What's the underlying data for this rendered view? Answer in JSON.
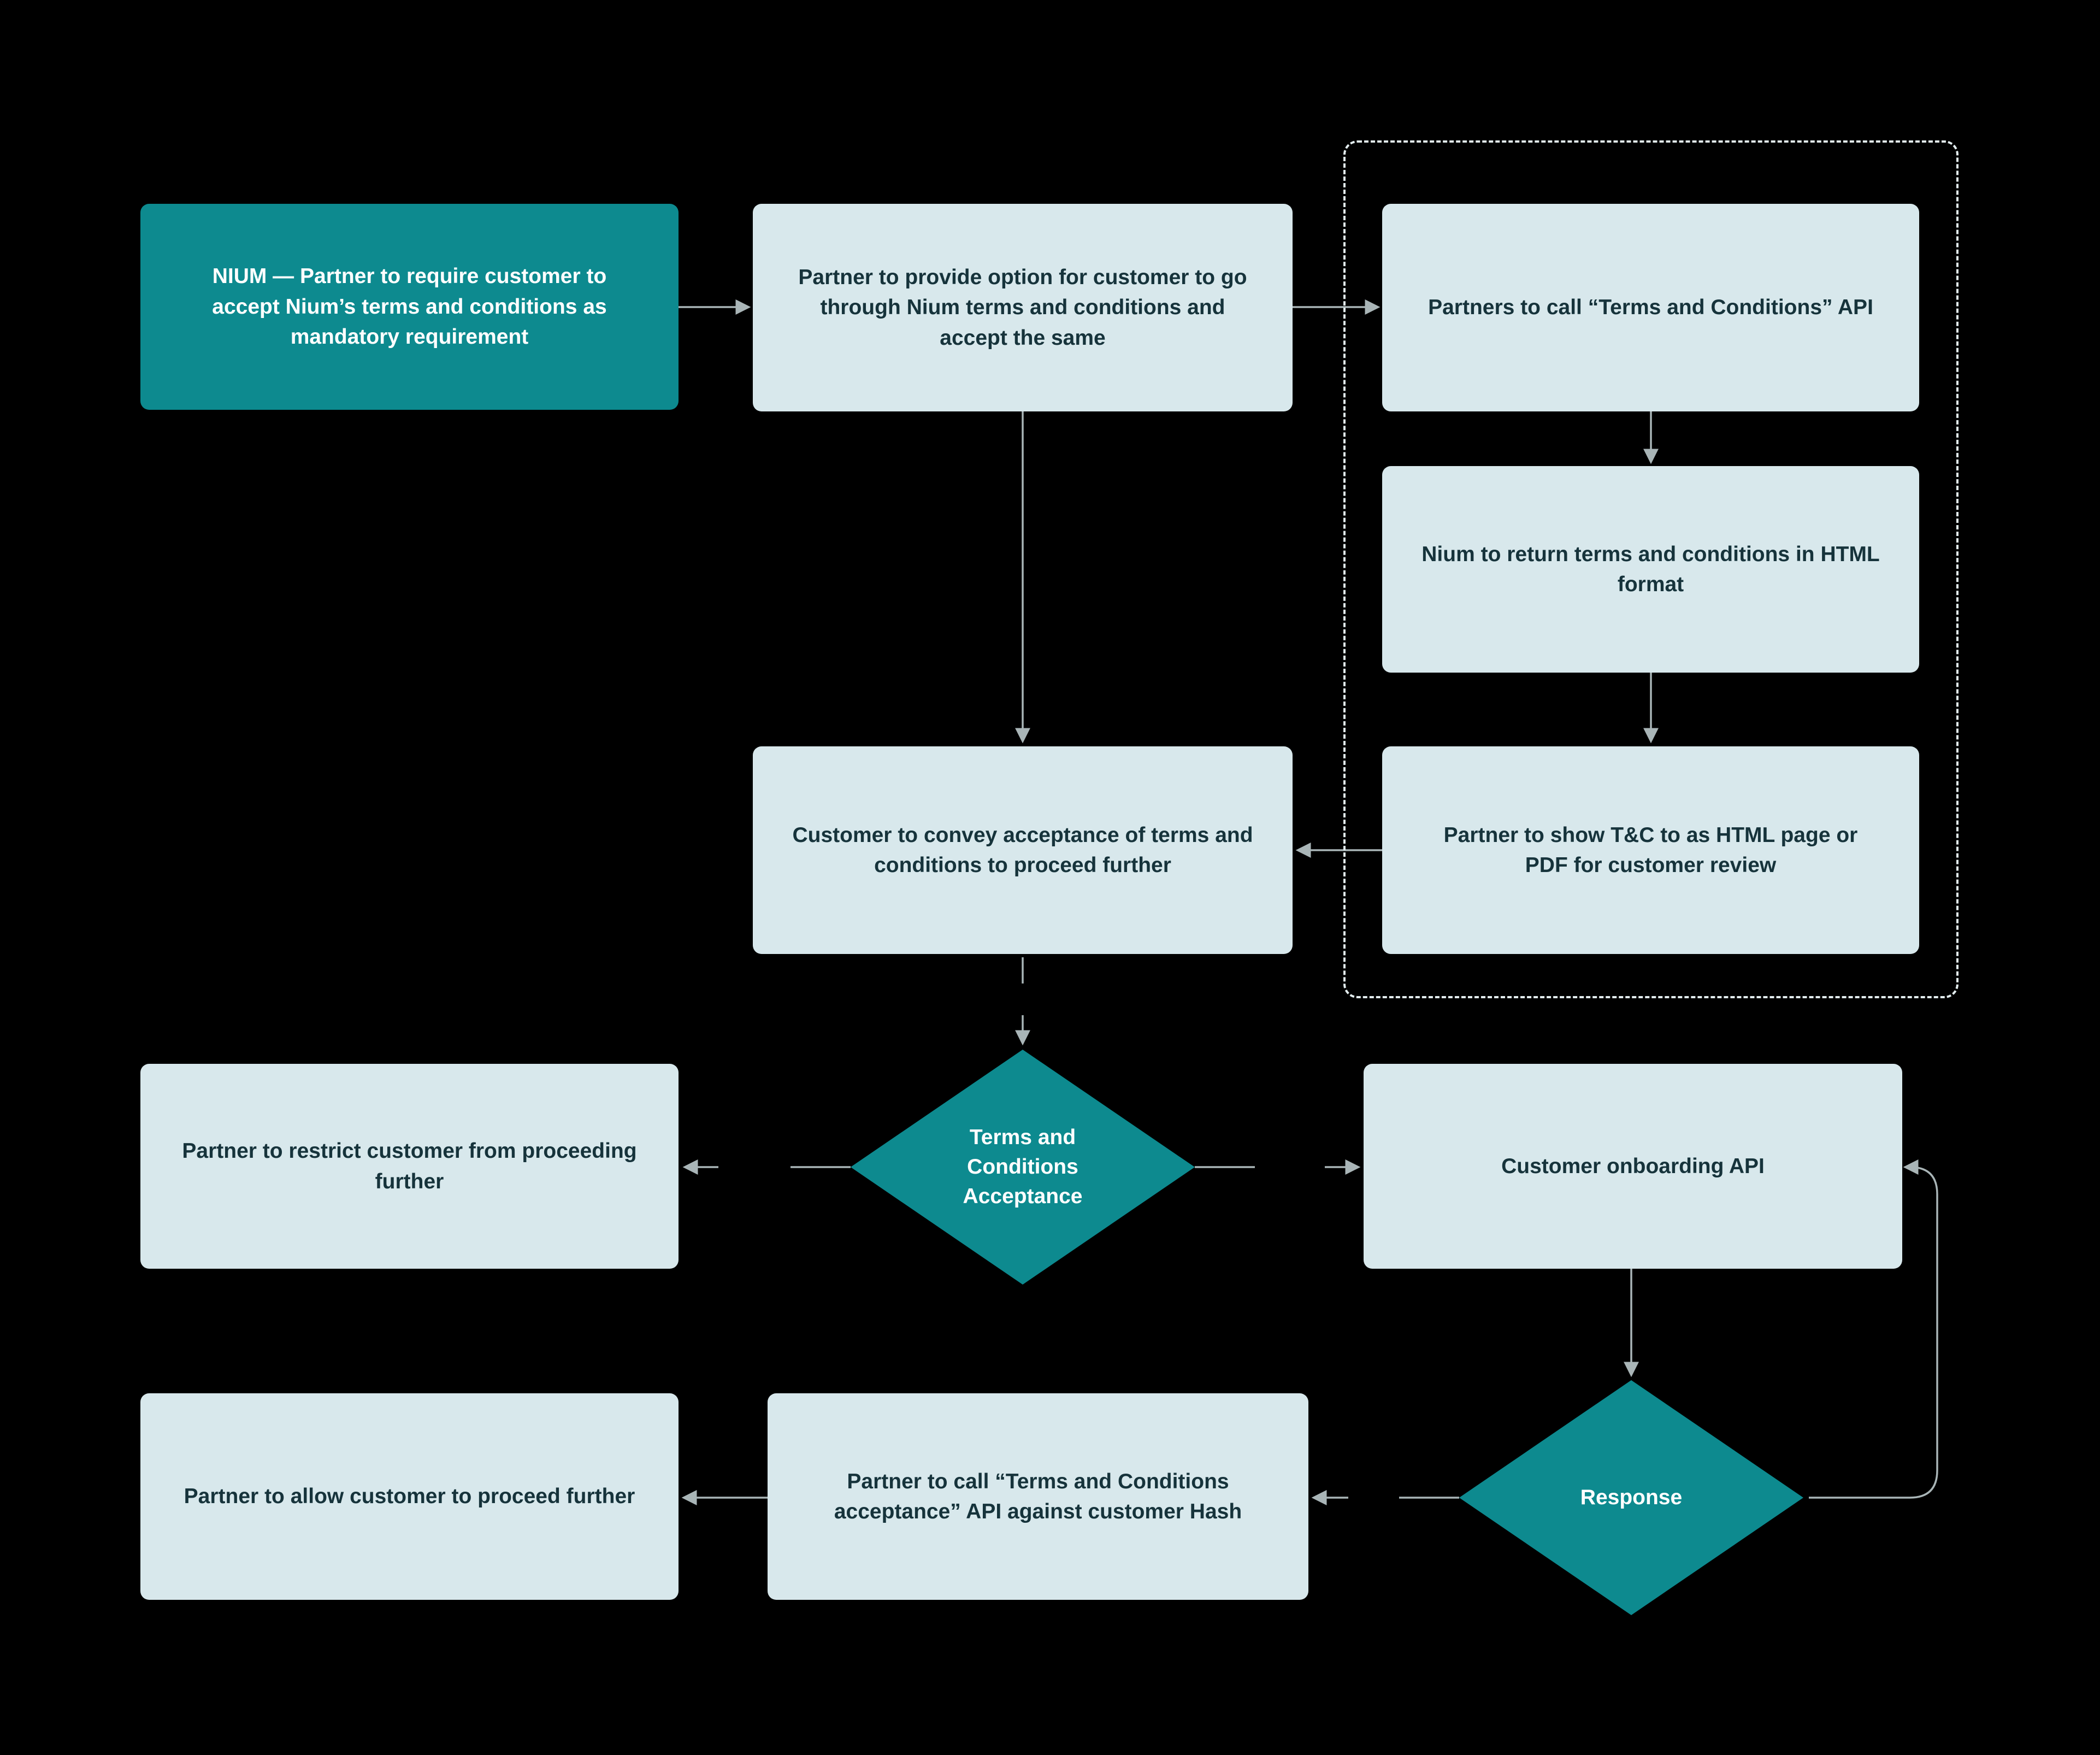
{
  "diagram": {
    "kind": "flowchart",
    "background": "#000000"
  },
  "colors": {
    "teal_node": "#0D8A8F",
    "light_node_bg": "#D8E8EC",
    "light_node_text": "#16333B",
    "teal_node_text": "#FFFFFF",
    "connector": "#A9B5B7",
    "dashed_group_border": "#E3EDEF"
  },
  "nodes": [
    {
      "id": "requirement",
      "kind": "process-teal",
      "label": "NIUM — Partner to require customer to accept Nium’s terms and conditions as mandatory requirement"
    },
    {
      "id": "provide-option",
      "kind": "process",
      "label": "Partner to provide option for customer to go through Nium terms and conditions and accept the same"
    },
    {
      "id": "call-tnc-api",
      "kind": "process",
      "label": "Partners to call “Terms and Conditions” API"
    },
    {
      "id": "return-html",
      "kind": "process",
      "label": "Nium to return terms and conditions in HTML format"
    },
    {
      "id": "show-tnc",
      "kind": "process",
      "label": "Partner to show T&C to as HTML page or PDF for customer review"
    },
    {
      "id": "convey-acceptance",
      "kind": "process",
      "label": "Customer to convey acceptance of terms and conditions to proceed further"
    },
    {
      "id": "restrict-customer",
      "kind": "process",
      "label": "Partner to restrict customer from proceeding further"
    },
    {
      "id": "tnc-acceptance-decision",
      "kind": "decision",
      "label": "Terms and Conditions Acceptance"
    },
    {
      "id": "onboarding-api",
      "kind": "process",
      "label": "Customer onboarding API"
    },
    {
      "id": "allow-proceed",
      "kind": "process",
      "label": "Partner to allow customer to proceed further"
    },
    {
      "id": "call-acceptance-api",
      "kind": "process",
      "label": "Partner to call “Terms and Conditions acceptance” API against customer Hash"
    },
    {
      "id": "response-decision",
      "kind": "decision",
      "label": "Response"
    }
  ]
}
